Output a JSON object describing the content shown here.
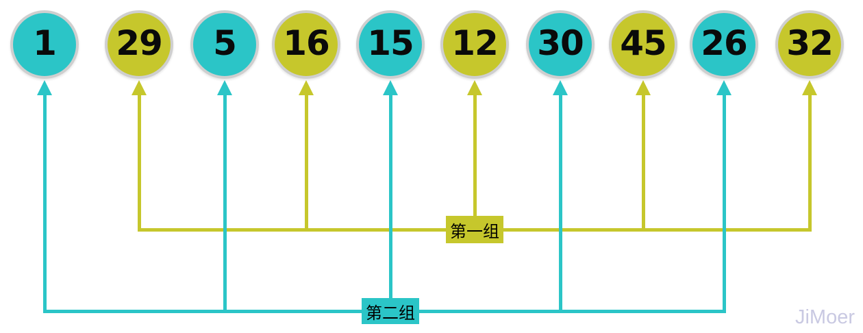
{
  "page": {
    "background": "#ffffff",
    "watermark": "JiMoer"
  },
  "colors": {
    "cyan": "#2BC5C7",
    "yellow": "#C6C72C",
    "ball_border": "#CFCFCF",
    "number_text": "#0A0A0A",
    "label_text": "#000000",
    "watermark_text": "#C9C9E2"
  },
  "balls": [
    {
      "value": "1",
      "group": "second"
    },
    {
      "value": "29",
      "group": "first"
    },
    {
      "value": "5",
      "group": "second"
    },
    {
      "value": "16",
      "group": "first"
    },
    {
      "value": "15",
      "group": "second"
    },
    {
      "value": "12",
      "group": "first"
    },
    {
      "value": "30",
      "group": "second"
    },
    {
      "value": "45",
      "group": "first"
    },
    {
      "value": "26",
      "group": "second"
    },
    {
      "value": "32",
      "group": "first"
    }
  ],
  "groups": {
    "first": {
      "label": "第一组",
      "color_key": "yellow",
      "members": [
        "29",
        "16",
        "12",
        "45",
        "32"
      ]
    },
    "second": {
      "label": "第二组",
      "color_key": "cyan",
      "members": [
        "1",
        "5",
        "15",
        "30",
        "26"
      ]
    }
  }
}
